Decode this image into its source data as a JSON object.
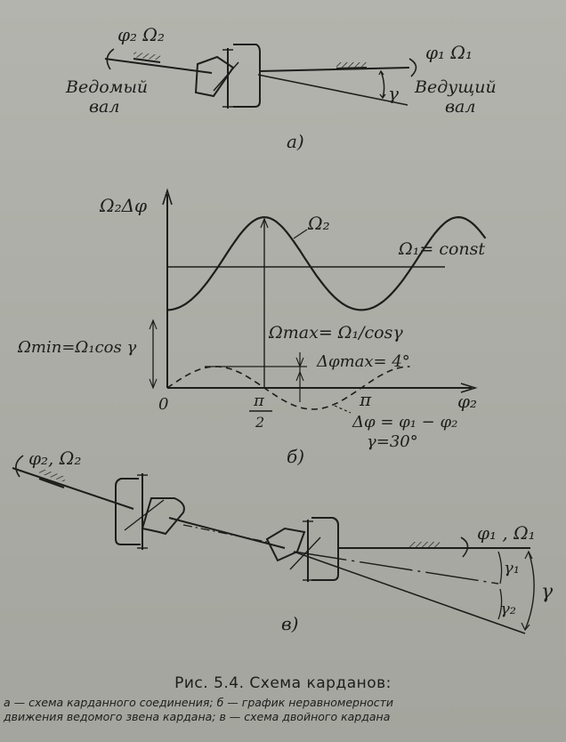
{
  "figure_a": {
    "label": "а)",
    "driven": {
      "symbol": "φ₂ Ω₂",
      "name1": "Ведомый",
      "name2": "вал"
    },
    "driver": {
      "symbol": "φ₁ Ω₁",
      "name1": "Ведущий",
      "name2": "вал"
    },
    "angle": "γ"
  },
  "figure_b": {
    "label": "б)",
    "y_axis_label": "Ω₂Δφ",
    "x_axis_label": "φ₂",
    "tick_0": "0",
    "tick_pi": "π",
    "tick_pi2_num": "π",
    "tick_pi2_den": "2",
    "omega2": "Ω₂",
    "omega1_const": "Ω₁= const",
    "omega_max": "Ωmax= Ω₁/cosγ",
    "omega_min": "Ωmin=Ω₁cos γ",
    "dphi_max": "Δφmax= 4°",
    "dphi_eq": "Δφ = φ₁ − φ₂",
    "gamma_eq": "γ=30°"
  },
  "figure_c": {
    "label": "в)",
    "driven_symbol": "φ₂, Ω₂",
    "driver_symbol": "φ₁ , Ω₁",
    "gamma1": "γ₁",
    "gamma2": "γ₂",
    "gamma": "γ"
  },
  "caption": {
    "title": "Рис. 5.4. Схема карданов:",
    "line1": "а — схема карданного соединения; б — график неравномерности",
    "line2": "движения ведомого звена кардана; в — схема двойного кардана",
    "line3": ""
  },
  "chart_data": {
    "type": "line",
    "series": [
      {
        "name": "Ω₂",
        "x": [
          0,
          0.785,
          1.571,
          2.356,
          3.142,
          3.927,
          4.712
        ],
        "y": [
          0.866,
          0.94,
          1.155,
          0.94,
          0.866,
          0.94,
          1.155
        ]
      },
      {
        "name": "Ω₁= const",
        "x": [
          0,
          4.712
        ],
        "y": [
          1.0,
          1.0
        ]
      },
      {
        "name": "Δφ",
        "x": [
          0,
          0.785,
          1.571,
          2.356,
          3.142,
          3.927
        ],
        "y": [
          0,
          4,
          0,
          -4,
          0,
          4
        ]
      }
    ],
    "xlabel": "φ₂",
    "ylabel": "Ω₂Δφ",
    "x_ticks": [
      "0",
      "π/2",
      "π"
    ]
  }
}
